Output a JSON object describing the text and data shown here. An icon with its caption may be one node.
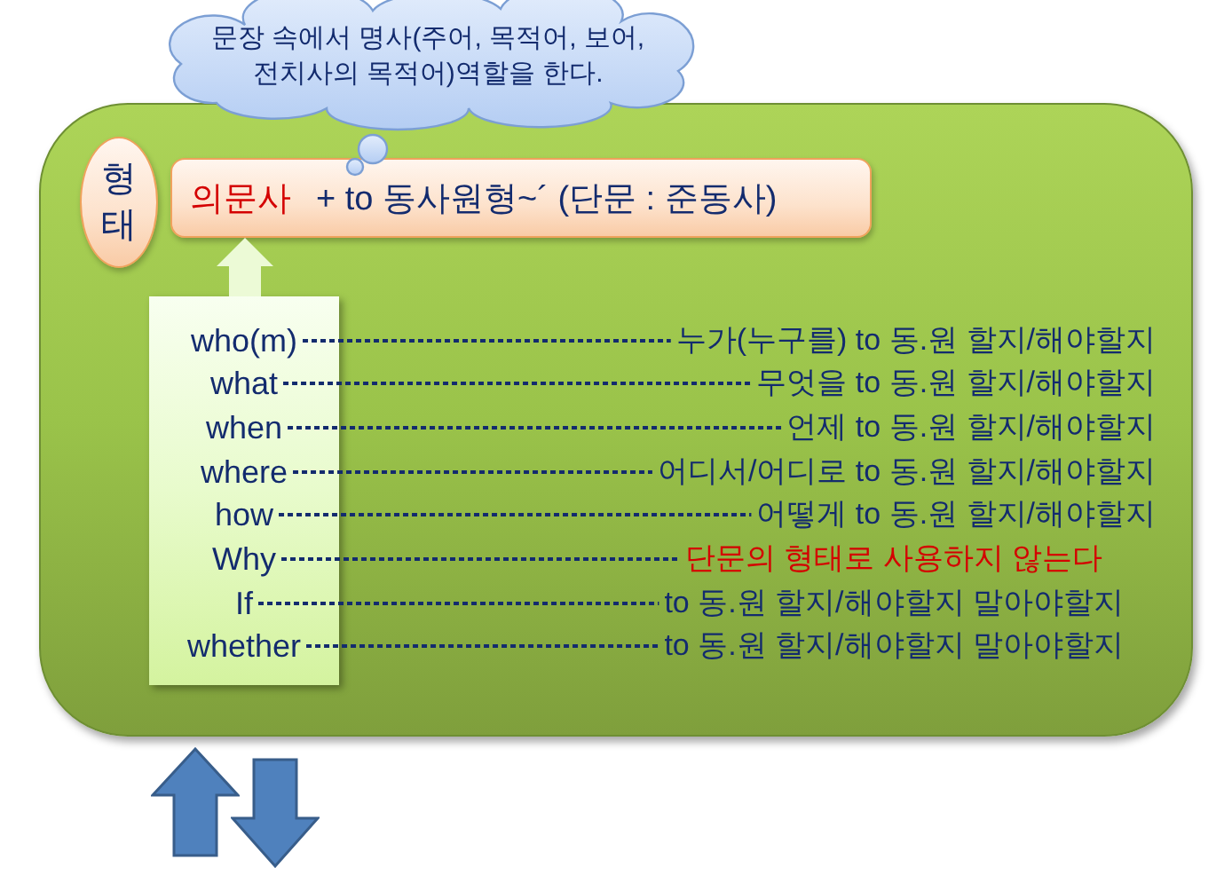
{
  "diagram": {
    "nodes": [
      {
        "text": [
          "문장 속에서 명사(주어, 목적어, 보어, 전치사의 목적어)역할을 한다."
        ]
      },
      {
        "text": [],
        "shape": "box"
      },
      {
        "text": [
          "형태"
        ],
        "in": 1
      },
      {
        "text": [
          "의문사",
          "+ to 동사원형~´ (단문 : 준동사)"
        ],
        "in": 1
      },
      {
        "text": [],
        "shape": "box",
        "in": 1
      },
      {
        "text": [
          "who(m)"
        ],
        "in": 4
      },
      {
        "text": [
          "what"
        ],
        "in": 4
      },
      {
        "text": [
          "when"
        ],
        "in": 4
      },
      {
        "text": [
          "where"
        ],
        "in": 4
      },
      {
        "text": [
          "how"
        ],
        "in": 4
      },
      {
        "text": [
          "Why"
        ],
        "in": 4
      },
      {
        "text": [
          "If"
        ],
        "in": 4
      },
      {
        "text": [
          "whether"
        ],
        "in": 4
      },
      {
        "text": [
          "누가(누구를) to 동.원 할지/해야할지"
        ],
        "in": 1
      },
      {
        "text": [
          "무엇을 to 동.원 할지/해야할지"
        ],
        "in": 1
      },
      {
        "text": [
          "언제 to 동.원 할지/해야할지"
        ],
        "in": 1
      },
      {
        "text": [
          "어디서/어디로 to 동.원 할지/해야할지"
        ],
        "in": 1
      },
      {
        "text": [
          "어떻게 to 동.원 할지/해야할지"
        ],
        "in": 1
      },
      {
        "text": [
          "단문의 형태로 사용하지 않는다"
        ],
        "in": 1
      },
      {
        "text": [
          "to 동.원 할지/해야할지 말아야할지"
        ],
        "in": 1
      },
      {
        "text": [
          "to 동.원 할지/해야할지 말아야할지"
        ],
        "in": 1
      }
    ],
    "edges": [
      {
        "from": 5,
        "to": 13,
        "arrow": "none",
        "style": "dashed"
      },
      {
        "from": 6,
        "to": 14,
        "arrow": "none",
        "style": "dashed"
      },
      {
        "from": 7,
        "to": 15,
        "arrow": "none",
        "style": "dashed"
      },
      {
        "from": 8,
        "to": 16,
        "arrow": "none",
        "style": "dashed"
      },
      {
        "from": 9,
        "to": 17,
        "arrow": "none",
        "style": "dashed"
      },
      {
        "from": 10,
        "to": 18,
        "arrow": "none",
        "style": "dashed"
      },
      {
        "from": 11,
        "to": 19,
        "arrow": "none",
        "style": "dashed"
      },
      {
        "from": 12,
        "to": 20,
        "arrow": "none",
        "style": "dashed"
      },
      {
        "from": 4,
        "to": 3,
        "arrow": "to",
        "style": "thick",
        "color": "#ecfad6"
      }
    ]
  }
}
